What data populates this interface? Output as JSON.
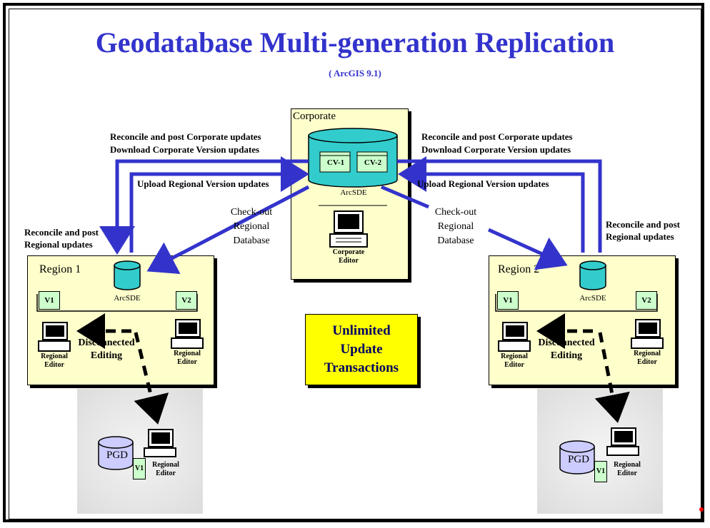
{
  "title": "Geodatabase Multi-generation Replication",
  "subtitle": "( ArcGIS 9.1)",
  "corporate": {
    "label": "Corporate",
    "versions": [
      "CV-1",
      "CV-2"
    ],
    "db_label": "ArcSDE",
    "editor_label": "Corporate Editor"
  },
  "region1": {
    "label": "Region 1",
    "db_label": "ArcSDE",
    "versions": [
      "V1",
      "V2"
    ],
    "editor_left": "Regional Editor",
    "editor_right": "Regional Editor",
    "disconnected": "Disconnected Editing"
  },
  "region2": {
    "label": "Region 2",
    "db_label": "ArcSDE",
    "versions": [
      "V1",
      "V2"
    ],
    "editor_left": "Regional Editor",
    "editor_right": "Regional Editor",
    "disconnected": "Disconnected Editing"
  },
  "pgd_left": {
    "label": "PGD",
    "version": "V1",
    "editor": "Regional Editor"
  },
  "pgd_right": {
    "label": "PGD",
    "version": "V1",
    "editor": "Regional Editor"
  },
  "labels": {
    "reconcile_corp_left": "Reconcile and post Corporate updates",
    "download_left": "Download Corporate Version updates",
    "upload_left": "Upload Regional Version updates",
    "reconcile_corp_right": "Reconcile and post Corporate updates",
    "download_right": "Download Corporate Version updates",
    "upload_right": "Upload Regional Version updates",
    "reconcile_regional_left": "Reconcile and post Regional updates",
    "reconcile_regional_right": "Reconcile and post Regional updates",
    "checkout_left": "Check-out Regional Database",
    "checkout_right": "Check-out Regional Database"
  },
  "unlimited": "Unlimited Update Transactions",
  "colors": {
    "title": "#3333cc",
    "arrow": "#3333cc",
    "box_fill": "#ffffcc",
    "db_fill": "#33cccc",
    "pgd_fill": "#ccccff",
    "unlimited_fill": "#ffff00"
  }
}
